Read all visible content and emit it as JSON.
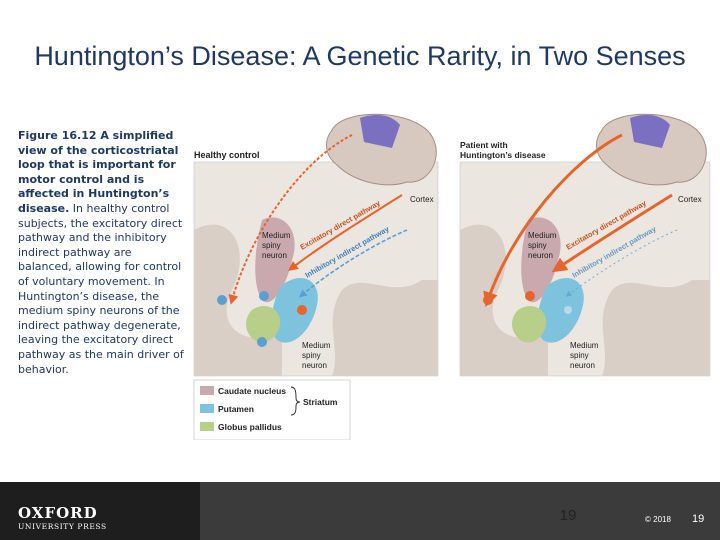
{
  "slide": {
    "title": "Huntington’s Disease: A Genetic Rarity, in Two Senses",
    "caption_lead": "Figure 16.12 A simplified view of the corticostriatal loop that is important for motor control and is affected in Huntington’s disease.",
    "caption_body": " In healthy control subjects, the excitatory direct pathway and the inhibitory indirect pathway are balanced, allowing for control of voluntary movement. In Huntington’s disease, the medium spiny neurons of the indirect pathway degenerate, leaving the excitatory direct pathway as the main driver of behavior."
  },
  "figure": {
    "left_panel_title": "Healthy control",
    "right_panel_title_1": "Patient with",
    "right_panel_title_2": "Huntington’s disease",
    "cortex_label": "Cortex",
    "medium_spiny_1": "Medium",
    "medium_spiny_2": "spiny",
    "medium_spiny_3": "neuron",
    "excitatory": "Excitatory direct pathway",
    "inhibitory": "Inhibitory indirect pathway",
    "legend": {
      "caudate": "Caudate nucleus",
      "putamen": "Putamen",
      "globus": "Globus pallidus",
      "striatum": "Striatum"
    },
    "colors": {
      "caudate": "#c9a9ae",
      "putamen": "#7ec3dd",
      "globus": "#b8cf8a",
      "excitatory": "#e8642c",
      "inhibitory": "#5a9fd4",
      "cortex_highlight": "#7a6fc0"
    }
  },
  "footer": {
    "publisher_name": "OXFORD",
    "publisher_sub": "UNIVERSITY PRESS",
    "page_center": "19",
    "copyright": "© 2018",
    "page_right": "19"
  }
}
